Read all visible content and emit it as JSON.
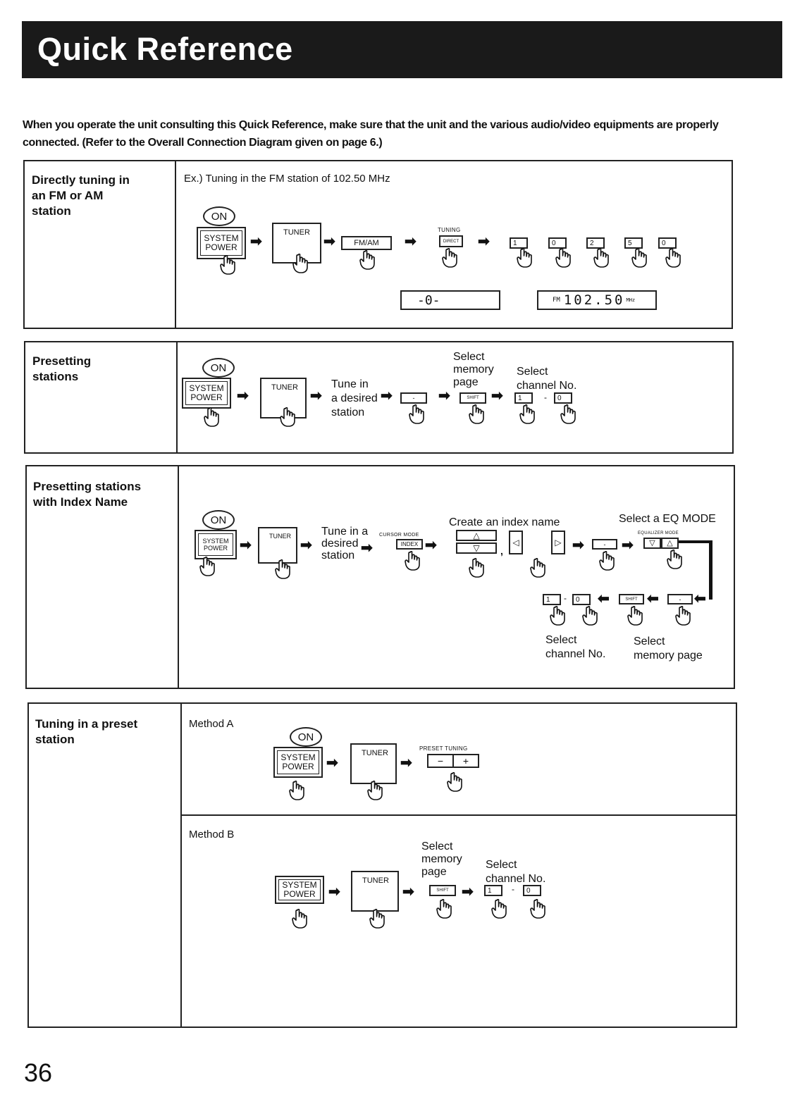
{
  "header": {
    "title": "Quick Reference"
  },
  "intro": "When you operate the unit consulting this Quick Reference, make sure that the unit and the various audio/video equipments are properly connected. (Refer to the Overall Connection Diagram given on page 6.)",
  "keys": {
    "on": "ON",
    "system_power": "SYSTEM\nPOWER",
    "tuner": "TUNER",
    "fm_am": "FM/AM",
    "tuning": "TUNING",
    "direct": "DIRECT",
    "d1": "1",
    "d0": "0",
    "d2": "2",
    "d5": "5",
    "cursor_mode": "CURSOR MODE",
    "index": "INDEX",
    "equalizer_mode": "EQUALIZER MODE",
    "preset_tuning": "PRESET TUNING",
    "minus": "−",
    "plus": "+",
    "shift": "SHIFT",
    "tri_up": "△",
    "tri_down": "▽",
    "tri_left": "◁",
    "tri_right": "▷",
    "dash": "-",
    "comma": ","
  },
  "sections": {
    "direct": {
      "label": "Directly tuning in\nan FM or AM\nstation",
      "example": "Ex.) Tuning in the FM station of 102.50 MHz",
      "display_1": "-0-",
      "display_2_prefix": "FM",
      "display_2_freq": "102.50",
      "display_2_unit": "MHz"
    },
    "presetting": {
      "label": "Presetting\nstations",
      "tune_in": "Tune in\na desired\nstation",
      "select_memory_page": "Select\nmemory\npage",
      "select_channel": "Select\nchannel No."
    },
    "index_name": {
      "label": "Presetting stations\nwith Index Name",
      "tune_in": "Tune in a\ndesired\nstation",
      "create_index": "Create an index name",
      "select_eq": "Select a EQ MODE",
      "select_channel": "Select\nchannel No.",
      "select_memory_page": "Select\nmemory page"
    },
    "preset_tuning": {
      "label": "Tuning in a preset\nstation",
      "method_a": "Method A",
      "method_b": "Method B",
      "select_memory_page": "Select\nmemory\npage",
      "select_channel": "Select\nchannel No."
    }
  },
  "page_number": "36"
}
